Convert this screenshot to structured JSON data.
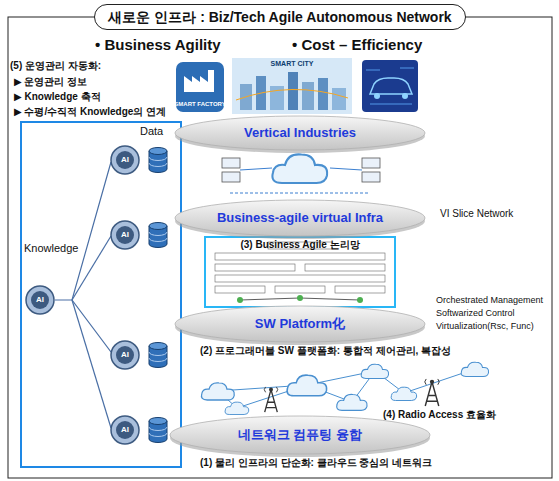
{
  "diagram": {
    "title": "새로운 인프라 : Biz/Tech Agile Autonomous Network",
    "nodes": [
      {
        "text": [
          "새로운 인프라 : Biz/Tech Agile Autonomous Network"
        ]
      },
      {
        "text": [
          "Data",
          "Knowledge"
        ]
      },
      {
        "text": [
          "Vertical Industries"
        ]
      },
      {
        "text": [
          "Business-agile virtual Infra",
          "(3) Business Agile 논리망"
        ]
      },
      {
        "text": [
          "SW Platform化",
          "(2) 프로그래머블 SW 플랫폼화: 통합적 제어관리, 복잡성"
        ]
      },
      {
        "text": [
          "네트워크 컴퓨팅 융합",
          "(1) 물리 인프라의 단순화: 클라우드 중심의 네트워크"
        ]
      }
    ],
    "labels": [
      "• Business Agility",
      "• Cost – Efficiency",
      "(5) 운영관리 자동화:",
      "▶ 운영관리 정보",
      "▶ Knowledge 축적",
      "▶ 수평/수직적 Knowledge의 연계",
      "VI Slice Network",
      "Orchestrated Management",
      "Softwarized Control",
      "Virtualization(Rsc, Func)",
      "(4) Radio Access 효율화",
      "SMART FACTORY",
      "SMART CITY",
      "AI",
      "AI",
      "AI",
      "AI",
      "AI"
    ]
  }
}
